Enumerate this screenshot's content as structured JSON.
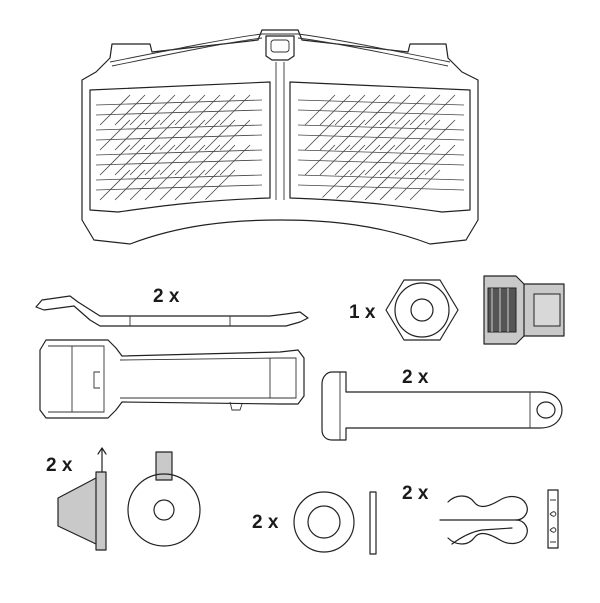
{
  "labels": {
    "spring_qty": "2 x",
    "nut_qty": "1 x",
    "pin_qty": "2 x",
    "cap_qty": "2 x",
    "washer_qty": "2 x",
    "clip_qty": "2 x"
  }
}
